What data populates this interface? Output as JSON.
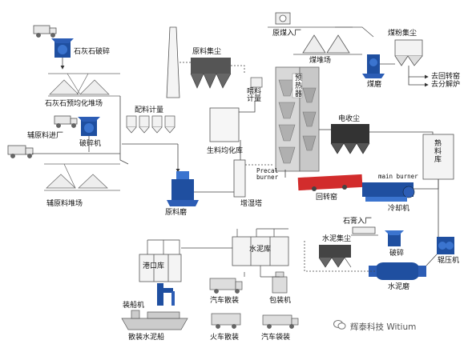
{
  "labels": {
    "limestone_crusher": "石灰石破碎",
    "limestone_yard": "石灰石预均化堆场",
    "aux_inlet": "辅原料进厂",
    "crusher": "破碎机",
    "aux_yard": "辅原料堆场",
    "proportioning": "配料计量",
    "raw_dust": "原料集尘",
    "raw_homogenizing": "生料均化库",
    "raw_mill": "原料磨",
    "feed_meter": "喂料\n计量",
    "preheater": "预热器",
    "precal_burner": "Precal\nburner",
    "conditioning_tower": "增湿塔",
    "rotary_kiln": "回转窑",
    "main_burner": "main burner",
    "cooler": "冷却机",
    "coal_inlet": "原煤入厂",
    "coal_yard": "煤堆场",
    "coal_dust": "煤粉集尘",
    "coal_mill": "煤磨",
    "to_kiln": "去回转窑",
    "to_calciner": "去分解炉",
    "esp": "电收尘",
    "clinker_silo": "熟料库",
    "gypsum_inlet": "石膏入厂",
    "crushing": "破碎",
    "roller_press": "辊压机",
    "cement_dust": "水泥集尘",
    "cement_mill": "水泥磨",
    "cement_silo": "水泥库",
    "port_silo": "港口库",
    "ship_loader": "装船机",
    "bulk_ship": "散装水泥船",
    "truck_bulk": "汽车散装",
    "packing": "包装机",
    "train_bulk": "火车散装",
    "truck_bag": "汽车袋装"
  },
  "watermark": "辉泰科技 Witium",
  "colors": {
    "equipment_blue": "#1f4fa0",
    "kiln_red": "#d22c2c",
    "line_gray": "#444444"
  }
}
